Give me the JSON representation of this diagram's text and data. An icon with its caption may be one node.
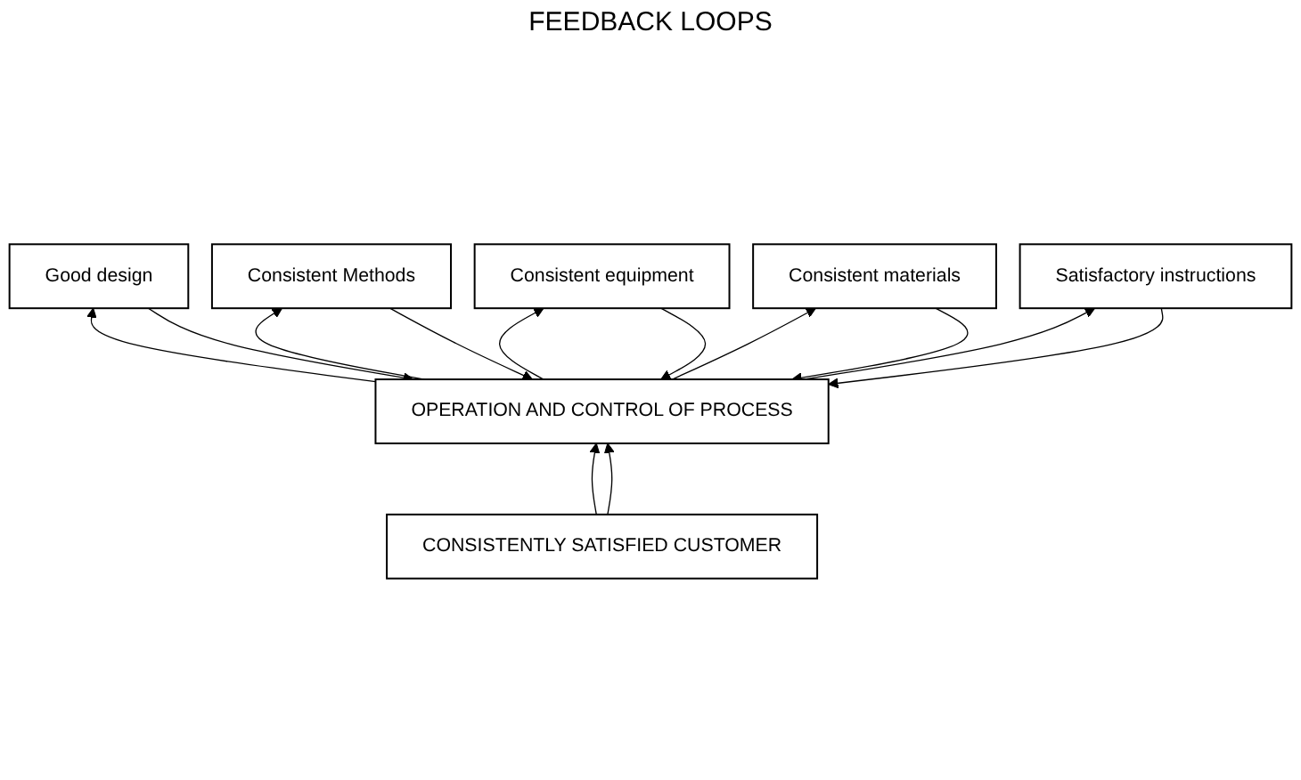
{
  "diagram": {
    "nodes": [
      {
        "text": [
          "Good design"
        ]
      },
      {
        "text": [
          "Consistent Methods"
        ]
      },
      {
        "text": [
          "Consistent equipment"
        ]
      },
      {
        "text": [
          "Consistent materials"
        ]
      },
      {
        "text": [
          "Satisfactory instructions"
        ]
      },
      {
        "text": [
          "OPERATION AND CONTROL OF PROCESS"
        ]
      },
      {
        "text": [
          "CONSISTENTLY SATISFIED CUSTOMER"
        ]
      }
    ],
    "edges": [
      {
        "from": 0,
        "to": 5,
        "arrow": "to"
      },
      {
        "from": 5,
        "to": 0,
        "arrow": "to"
      },
      {
        "from": 1,
        "to": 5,
        "arrow": "to"
      },
      {
        "from": 5,
        "to": 1,
        "arrow": "to"
      },
      {
        "from": 2,
        "to": 5,
        "arrow": "to"
      },
      {
        "from": 5,
        "to": 2,
        "arrow": "to"
      },
      {
        "from": 3,
        "to": 5,
        "arrow": "to"
      },
      {
        "from": 5,
        "to": 3,
        "arrow": "to"
      },
      {
        "from": 4,
        "to": 5,
        "arrow": "to"
      },
      {
        "from": 5,
        "to": 4,
        "arrow": "to"
      },
      {
        "from": 6,
        "to": 5,
        "arrow": "to"
      },
      {
        "from": 6,
        "to": 5,
        "arrow": "to"
      }
    ],
    "labels": [
      "FEEDBACK LOOPS"
    ]
  }
}
